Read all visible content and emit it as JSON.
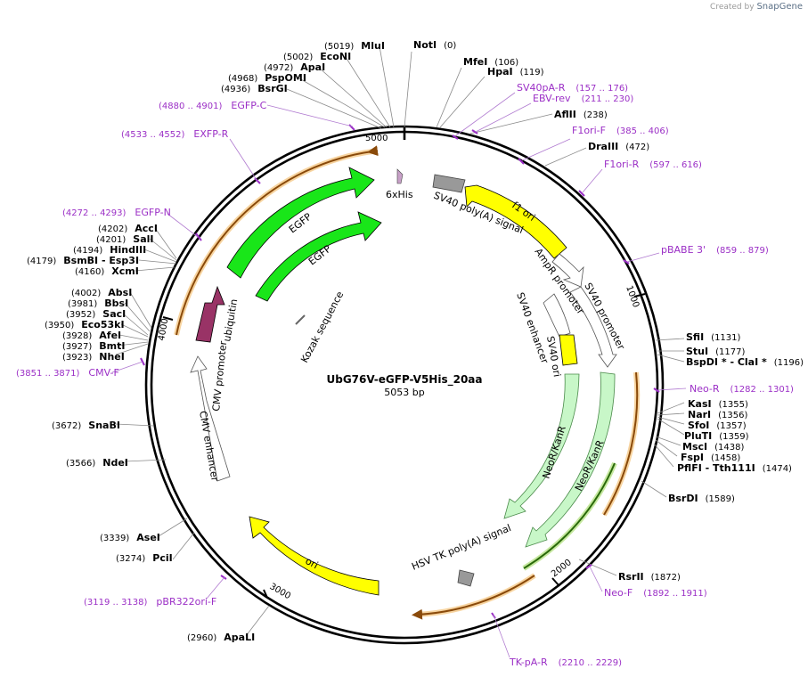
{
  "credit": {
    "prefix": "Created by",
    "brand": "SnapGene"
  },
  "plasmid": {
    "name": "UbG76V-eGFP-V5His_20aa",
    "size": "5053 bp"
  },
  "ruler": [
    "1000",
    "2000",
    "3000",
    "4000",
    "5000"
  ],
  "sites": [
    {
      "name": "NotI",
      "pos": "(0)"
    },
    {
      "name": "MfeI",
      "pos": "(106)"
    },
    {
      "name": "HpaI",
      "pos": "(119)"
    },
    {
      "name": "AflII",
      "pos": "(238)"
    },
    {
      "name": "DraIII",
      "pos": "(472)"
    },
    {
      "name": "SfiI",
      "pos": "(1131)"
    },
    {
      "name": "StuI",
      "pos": "(1177)"
    },
    {
      "name": "BspDI * - ClaI *",
      "pos": "(1196)"
    },
    {
      "name": "KasI",
      "pos": "(1355)"
    },
    {
      "name": "NarI",
      "pos": "(1356)"
    },
    {
      "name": "SfoI",
      "pos": "(1357)"
    },
    {
      "name": "PluTI",
      "pos": "(1359)"
    },
    {
      "name": "MscI",
      "pos": "(1438)"
    },
    {
      "name": "FspI",
      "pos": "(1458)"
    },
    {
      "name": "PflFI - Tth111I",
      "pos": "(1474)"
    },
    {
      "name": "BsrDI",
      "pos": "(1589)"
    },
    {
      "name": "RsrII",
      "pos": "(1872)"
    },
    {
      "name": "ApaLI",
      "pos": "(2960)"
    },
    {
      "name": "PciI",
      "pos": "(3274)"
    },
    {
      "name": "AseI",
      "pos": "(3339)"
    },
    {
      "name": "NdeI",
      "pos": "(3566)"
    },
    {
      "name": "SnaBI",
      "pos": "(3672)"
    },
    {
      "name": "NheI",
      "pos": "(3923)"
    },
    {
      "name": "BmtI",
      "pos": "(3927)"
    },
    {
      "name": "AfeI",
      "pos": "(3928)"
    },
    {
      "name": "Eco53kI",
      "pos": "(3950)"
    },
    {
      "name": "SacI",
      "pos": "(3952)"
    },
    {
      "name": "BbsI",
      "pos": "(3981)"
    },
    {
      "name": "AbsI",
      "pos": "(4002)"
    },
    {
      "name": "XcmI",
      "pos": "(4160)"
    },
    {
      "name": "BsmBI - Esp3I",
      "pos": "(4179)"
    },
    {
      "name": "HindIII",
      "pos": "(4194)"
    },
    {
      "name": "SalI",
      "pos": "(4201)"
    },
    {
      "name": "AccI",
      "pos": "(4202)"
    },
    {
      "name": "BsrGI",
      "pos": "(4936)"
    },
    {
      "name": "PspOMI",
      "pos": "(4968)"
    },
    {
      "name": "ApaI",
      "pos": "(4972)"
    },
    {
      "name": "EcoNI",
      "pos": "(5002)"
    },
    {
      "name": "MluI",
      "pos": "(5019)"
    }
  ],
  "primers": [
    {
      "name": "SV40pA-R",
      "range": "(157 .. 176)"
    },
    {
      "name": "EBV-rev",
      "range": "(211 .. 230)"
    },
    {
      "name": "F1ori-F",
      "range": "(385 .. 406)"
    },
    {
      "name": "F1ori-R",
      "range": "(597 .. 616)"
    },
    {
      "name": "pBABE 3'",
      "range": "(859 .. 879)"
    },
    {
      "name": "Neo-R",
      "range": "(1282 .. 1301)"
    },
    {
      "name": "Neo-F",
      "range": "(1892 .. 1911)"
    },
    {
      "name": "TK-pA-R",
      "range": "(2210 .. 2229)"
    },
    {
      "name": "pBR322ori-F",
      "range": "(3119 .. 3138)"
    },
    {
      "name": "CMV-F",
      "range": "(3851 .. 3871)"
    },
    {
      "name": "EGFP-N",
      "range": "(4272 .. 4293)"
    },
    {
      "name": "EXFP-R",
      "range": "(4533 .. 4552)"
    },
    {
      "name": "EGFP-C",
      "range": "(4880 .. 4901)"
    }
  ],
  "features": {
    "his": "6xHis",
    "sv40pa": "SV40 poly(A) signal",
    "f1ori": "f1 ori",
    "ampr": "AmpR promoter",
    "sv40prom": "SV40 promoter",
    "sv40enh": "SV40 enhancer",
    "sv40ori": "SV40 ori",
    "neo1": "NeoR/KanR",
    "neo2": "NeoR/KanR",
    "hsvtk": "HSV TK poly(A) signal",
    "ori": "ori",
    "cmvprom": "CMV promoter",
    "cmvenh": "CMV enhancer",
    "ubiquitin": "ubiquitin",
    "egfp1": "EGFP",
    "egfp2": "EGFP",
    "kozak": "Kozak sequence"
  },
  "colors": {
    "primer": "#9b2fc6",
    "egfp": "#19e619",
    "yellow": "#ffff00",
    "ubiquitin": "#993366",
    "neo": "#c8f7c8",
    "orf": "#ff9900"
  }
}
